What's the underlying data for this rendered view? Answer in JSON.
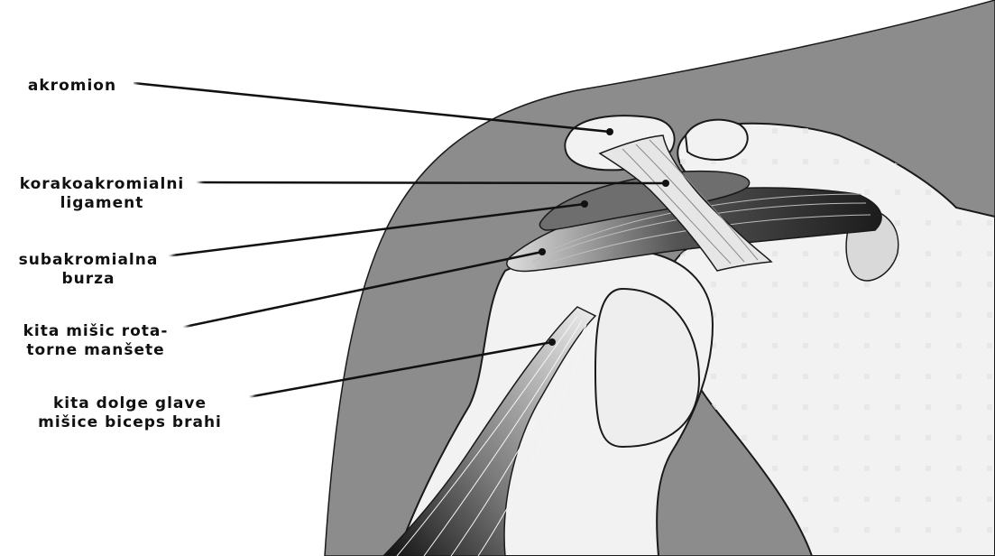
{
  "labels": {
    "akromion": {
      "line1": "akromion"
    },
    "ligament": {
      "line1": "korakoakromialni",
      "line2": "ligament"
    },
    "burza": {
      "line1": "subakromialna",
      "line2": "burza"
    },
    "rotator": {
      "line1": "kita mišic rota-",
      "line2": "torne manšete"
    },
    "biceps": {
      "line1": "kita dolge glave",
      "line2": "mišice biceps brahi"
    }
  },
  "colors": {
    "background": "#ffffff",
    "skin": "#8c8c8c",
    "bone": "#f2f2f2",
    "outline": "#1a1a1a",
    "bursa": "#6e6e6e",
    "muscle": "#2a2a2a",
    "leader_line": "#111111"
  }
}
